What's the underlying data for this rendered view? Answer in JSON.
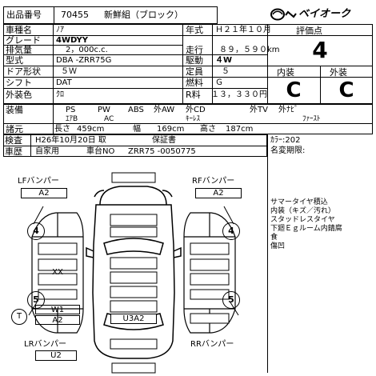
{
  "header": {
    "exhibit_label": "出品番号",
    "exhibit_number": "70455",
    "section": "新鮮組（ブロック）",
    "logo_text": "ベイオーク"
  },
  "specs": {
    "model_label": "車種名",
    "model": "ﾉｱ",
    "grade_label": "グレード",
    "grade": "4WDYY",
    "displacement_label": "排気量",
    "displacement": "2，000c.c.",
    "type_label": "型式",
    "type": "DBA -ZRR75G",
    "doors_label": "ドア形状",
    "doors": "５Ｗ",
    "shift_label": "シフト",
    "shift": "DAT",
    "color_label": "外装色",
    "color": "ｸﾛ",
    "year_label": "年式",
    "year": "Ｈ２１年１０月",
    "mileage_label": "走行",
    "mileage": "８９，５９０km",
    "drive_label": "駆動",
    "drive": "４W",
    "capacity_label": "定員",
    "capacity": "５",
    "fuel_label": "燃料",
    "fuel": "Ｇ",
    "price_label": "R料",
    "price": "１３，３３０円"
  },
  "score": {
    "title": "評価点",
    "value": "4",
    "interior_label": "内装",
    "exterior_label": "外装",
    "interior": "C",
    "exterior": "C"
  },
  "equipment": {
    "label": "装備",
    "row1": [
      "PS",
      "PW",
      "ABS",
      "外AW",
      "外CD",
      "外TV",
      "外ﾅﾋﾞ"
    ],
    "row2": [
      "ｴｱB",
      "AC",
      "ｷｰﾚｽ",
      "ﾌｧｰｽﾄ"
    ]
  },
  "dimensions": {
    "label": "諸元",
    "length_label": "長さ",
    "length": "459cm",
    "width_label": "幅",
    "width": "169cm",
    "height_label": "高さ",
    "height": "187cm"
  },
  "inspection": {
    "label": "検査",
    "value": "H26年10月20日 取",
    "warranty": "保証書"
  },
  "registration": {
    "label": "車歴",
    "value": "自家用",
    "chassis_label": "車台NO",
    "chassis": "ZRR75 -0050775"
  },
  "right_panel": {
    "color_code": "ｶﾗｰ:202",
    "name_change": "名変期限:",
    "notes": [
      "サマータイヤ積込",
      "内装（キズ／汚れ）",
      "スタッドレスタイヤ",
      "下廻Ｅｇルーム内錆腐",
      "食",
      "傷凹"
    ]
  },
  "diagram": {
    "lf_bumper": "LFバンパー",
    "rf_bumper": "RFバンパー",
    "lr_bumper": "LRバンパー",
    "rr_bumper": "RRバンパー",
    "lf_mark": "A2",
    "rf_mark": "A2",
    "lr_mark": "U2",
    "left_tire_front": "4",
    "right_tire_front": "4",
    "left_tire_rear": "5",
    "right_tire_rear": "5",
    "t_mark": "T",
    "left_mid_mark": "XX",
    "left_rear_mark_1": "W1",
    "left_rear_mark_2": "A2",
    "rear_center_mark": "U3A2"
  }
}
